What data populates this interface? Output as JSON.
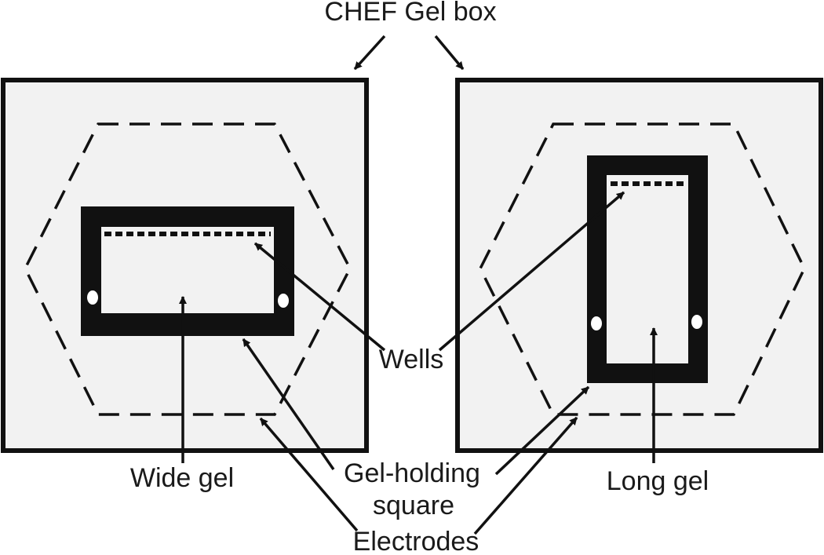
{
  "labels": {
    "chef_gel_box": "CHEF Gel box",
    "wide_gel": "Wide gel",
    "long_gel": "Long gel",
    "wells": "Wells",
    "gel_holding_line1": "Gel-holding",
    "gel_holding_line2": "square",
    "electrodes": "Electrodes"
  },
  "colors": {
    "box_fill": "#f2f2f2",
    "stroke": "#111111",
    "frame": "#111111",
    "gel_fill": "#f2f2f2",
    "background": "#ffffff"
  }
}
